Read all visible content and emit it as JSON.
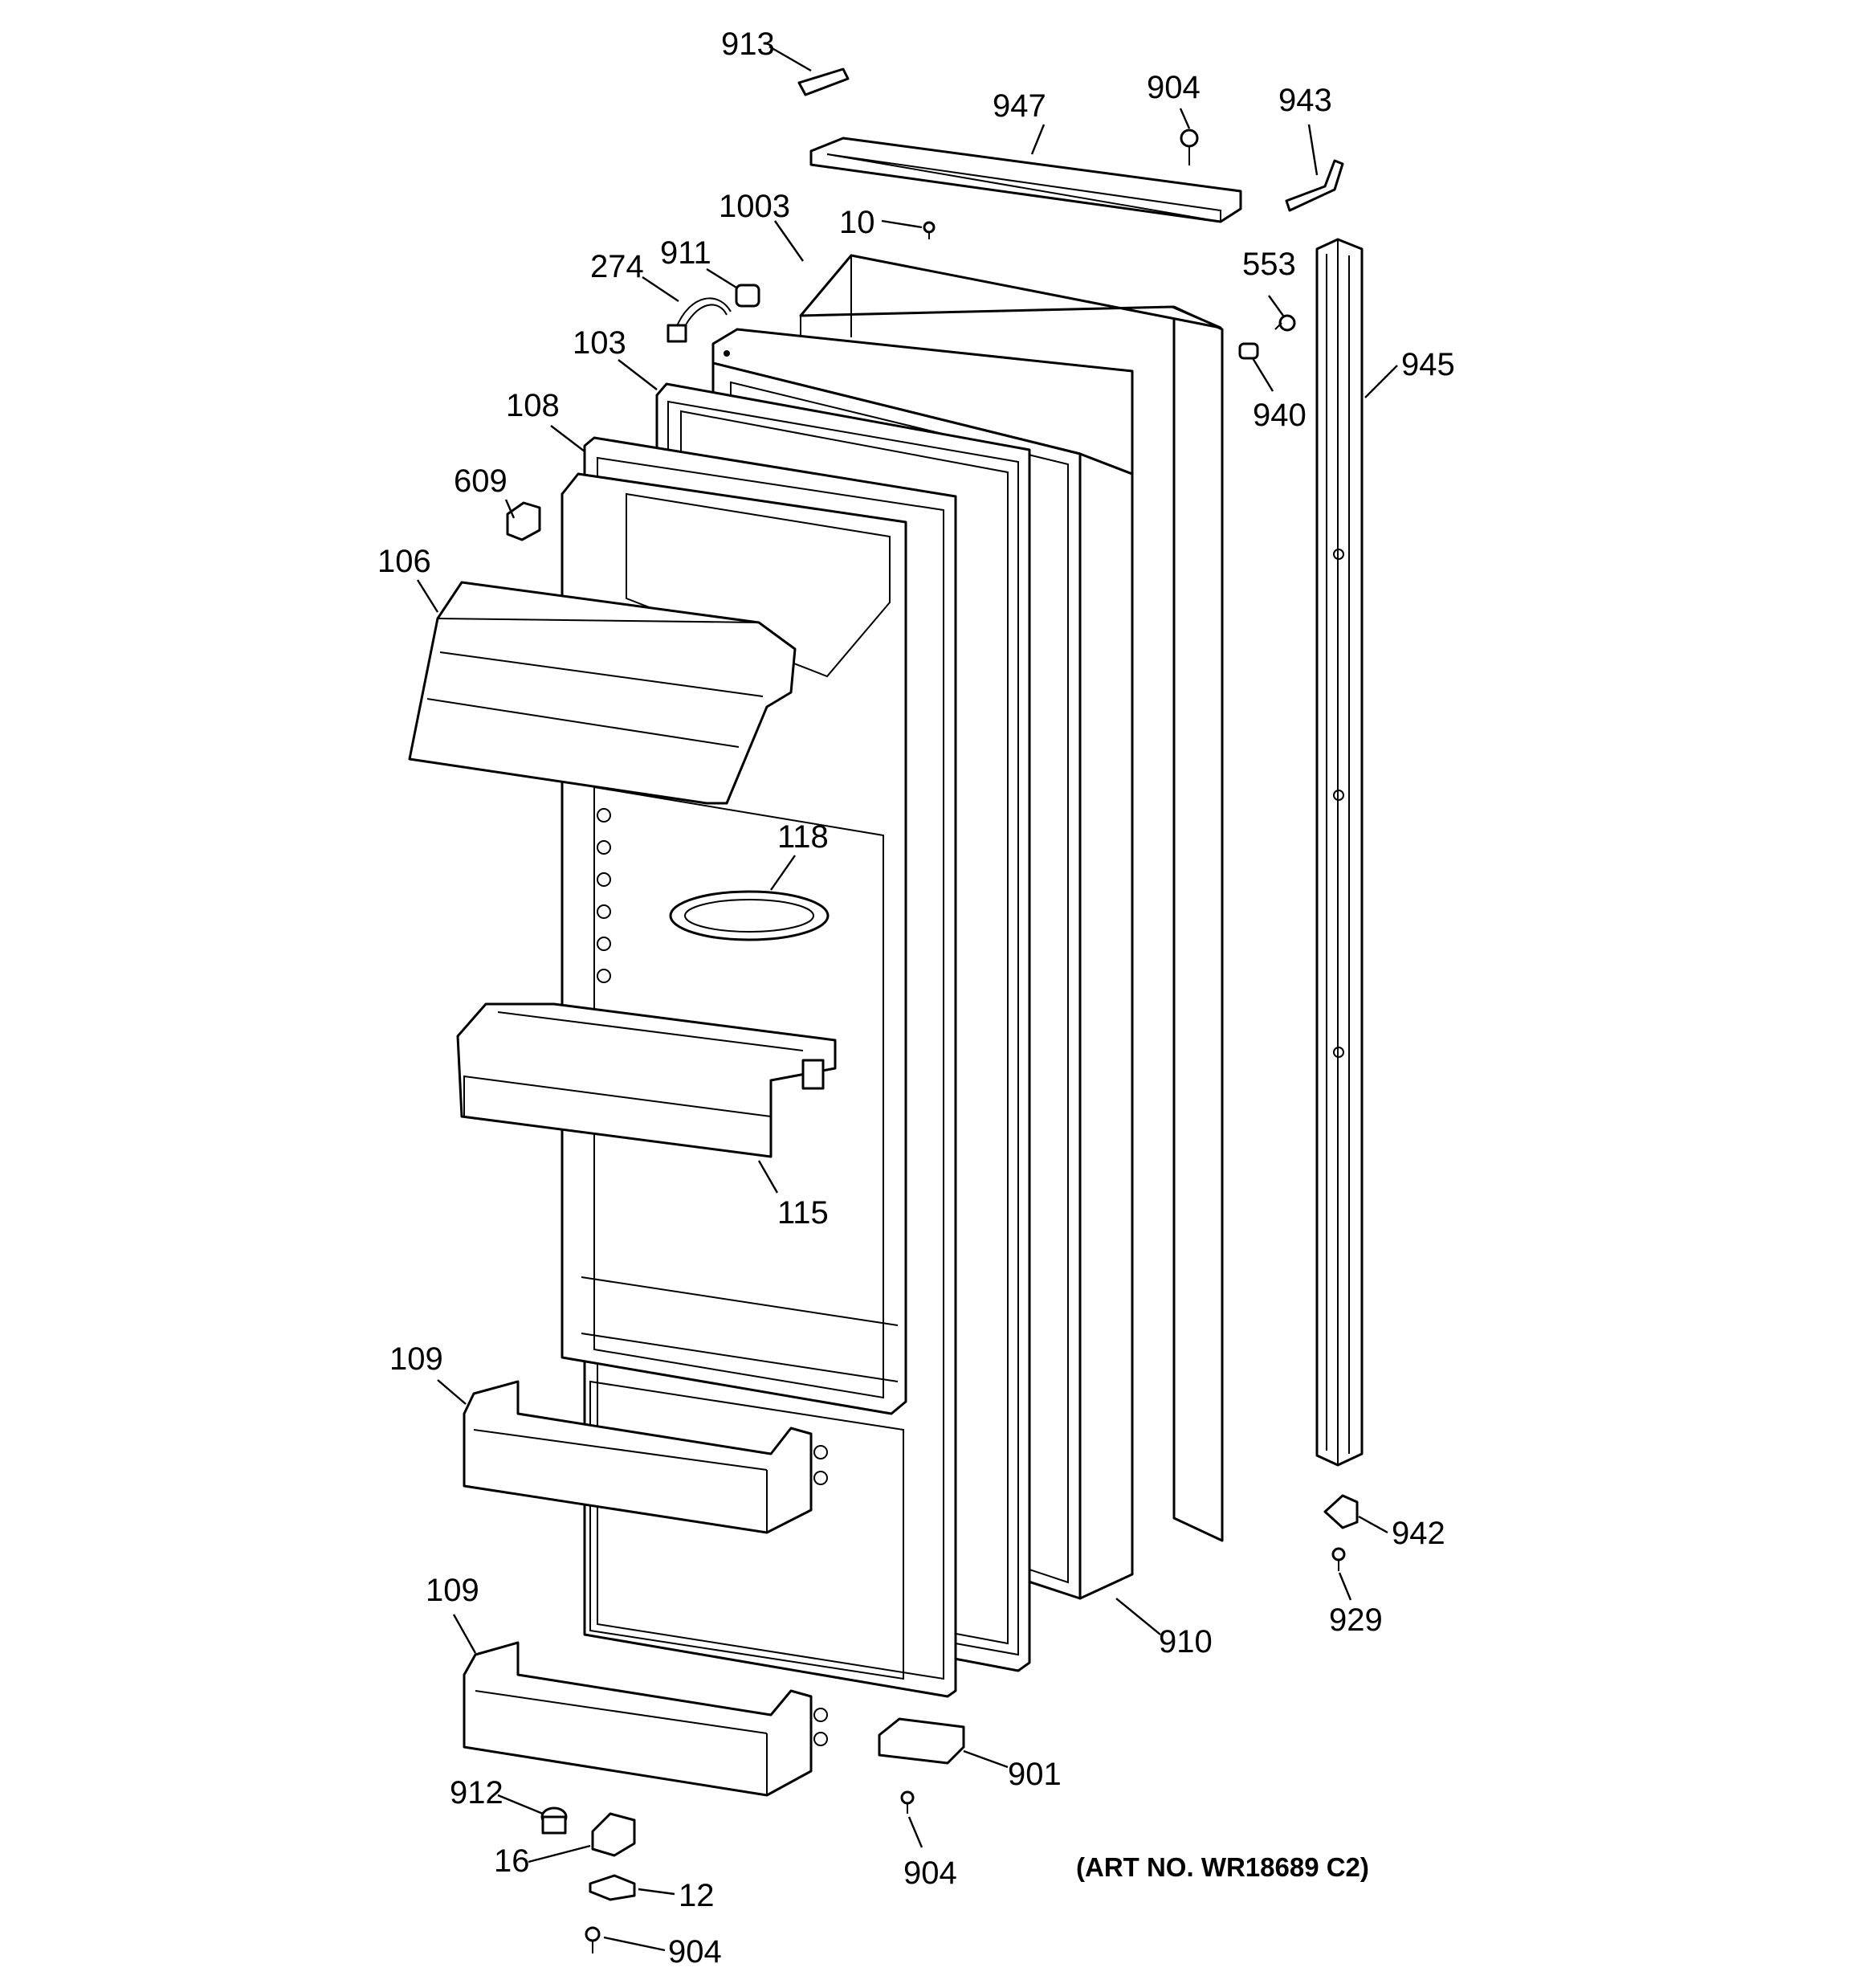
{
  "diagram": {
    "art_number": "(ART NO. WR18689 C2)",
    "callouts": {
      "c913": "913",
      "c947": "947",
      "c904_top": "904",
      "c943": "943",
      "c1003": "1003",
      "c10": "10",
      "c911": "911",
      "c274": "274",
      "c553": "553",
      "c945": "945",
      "c940": "940",
      "c103": "103",
      "c108": "108",
      "c609": "609",
      "c106": "106",
      "c118": "118",
      "c115": "115",
      "c109_upper": "109",
      "c109_lower": "109",
      "c942": "942",
      "c929": "929",
      "c910": "910",
      "c901": "901",
      "c904_mid": "904",
      "c912": "912",
      "c16": "16",
      "c12": "12",
      "c904_bottom": "904"
    }
  }
}
